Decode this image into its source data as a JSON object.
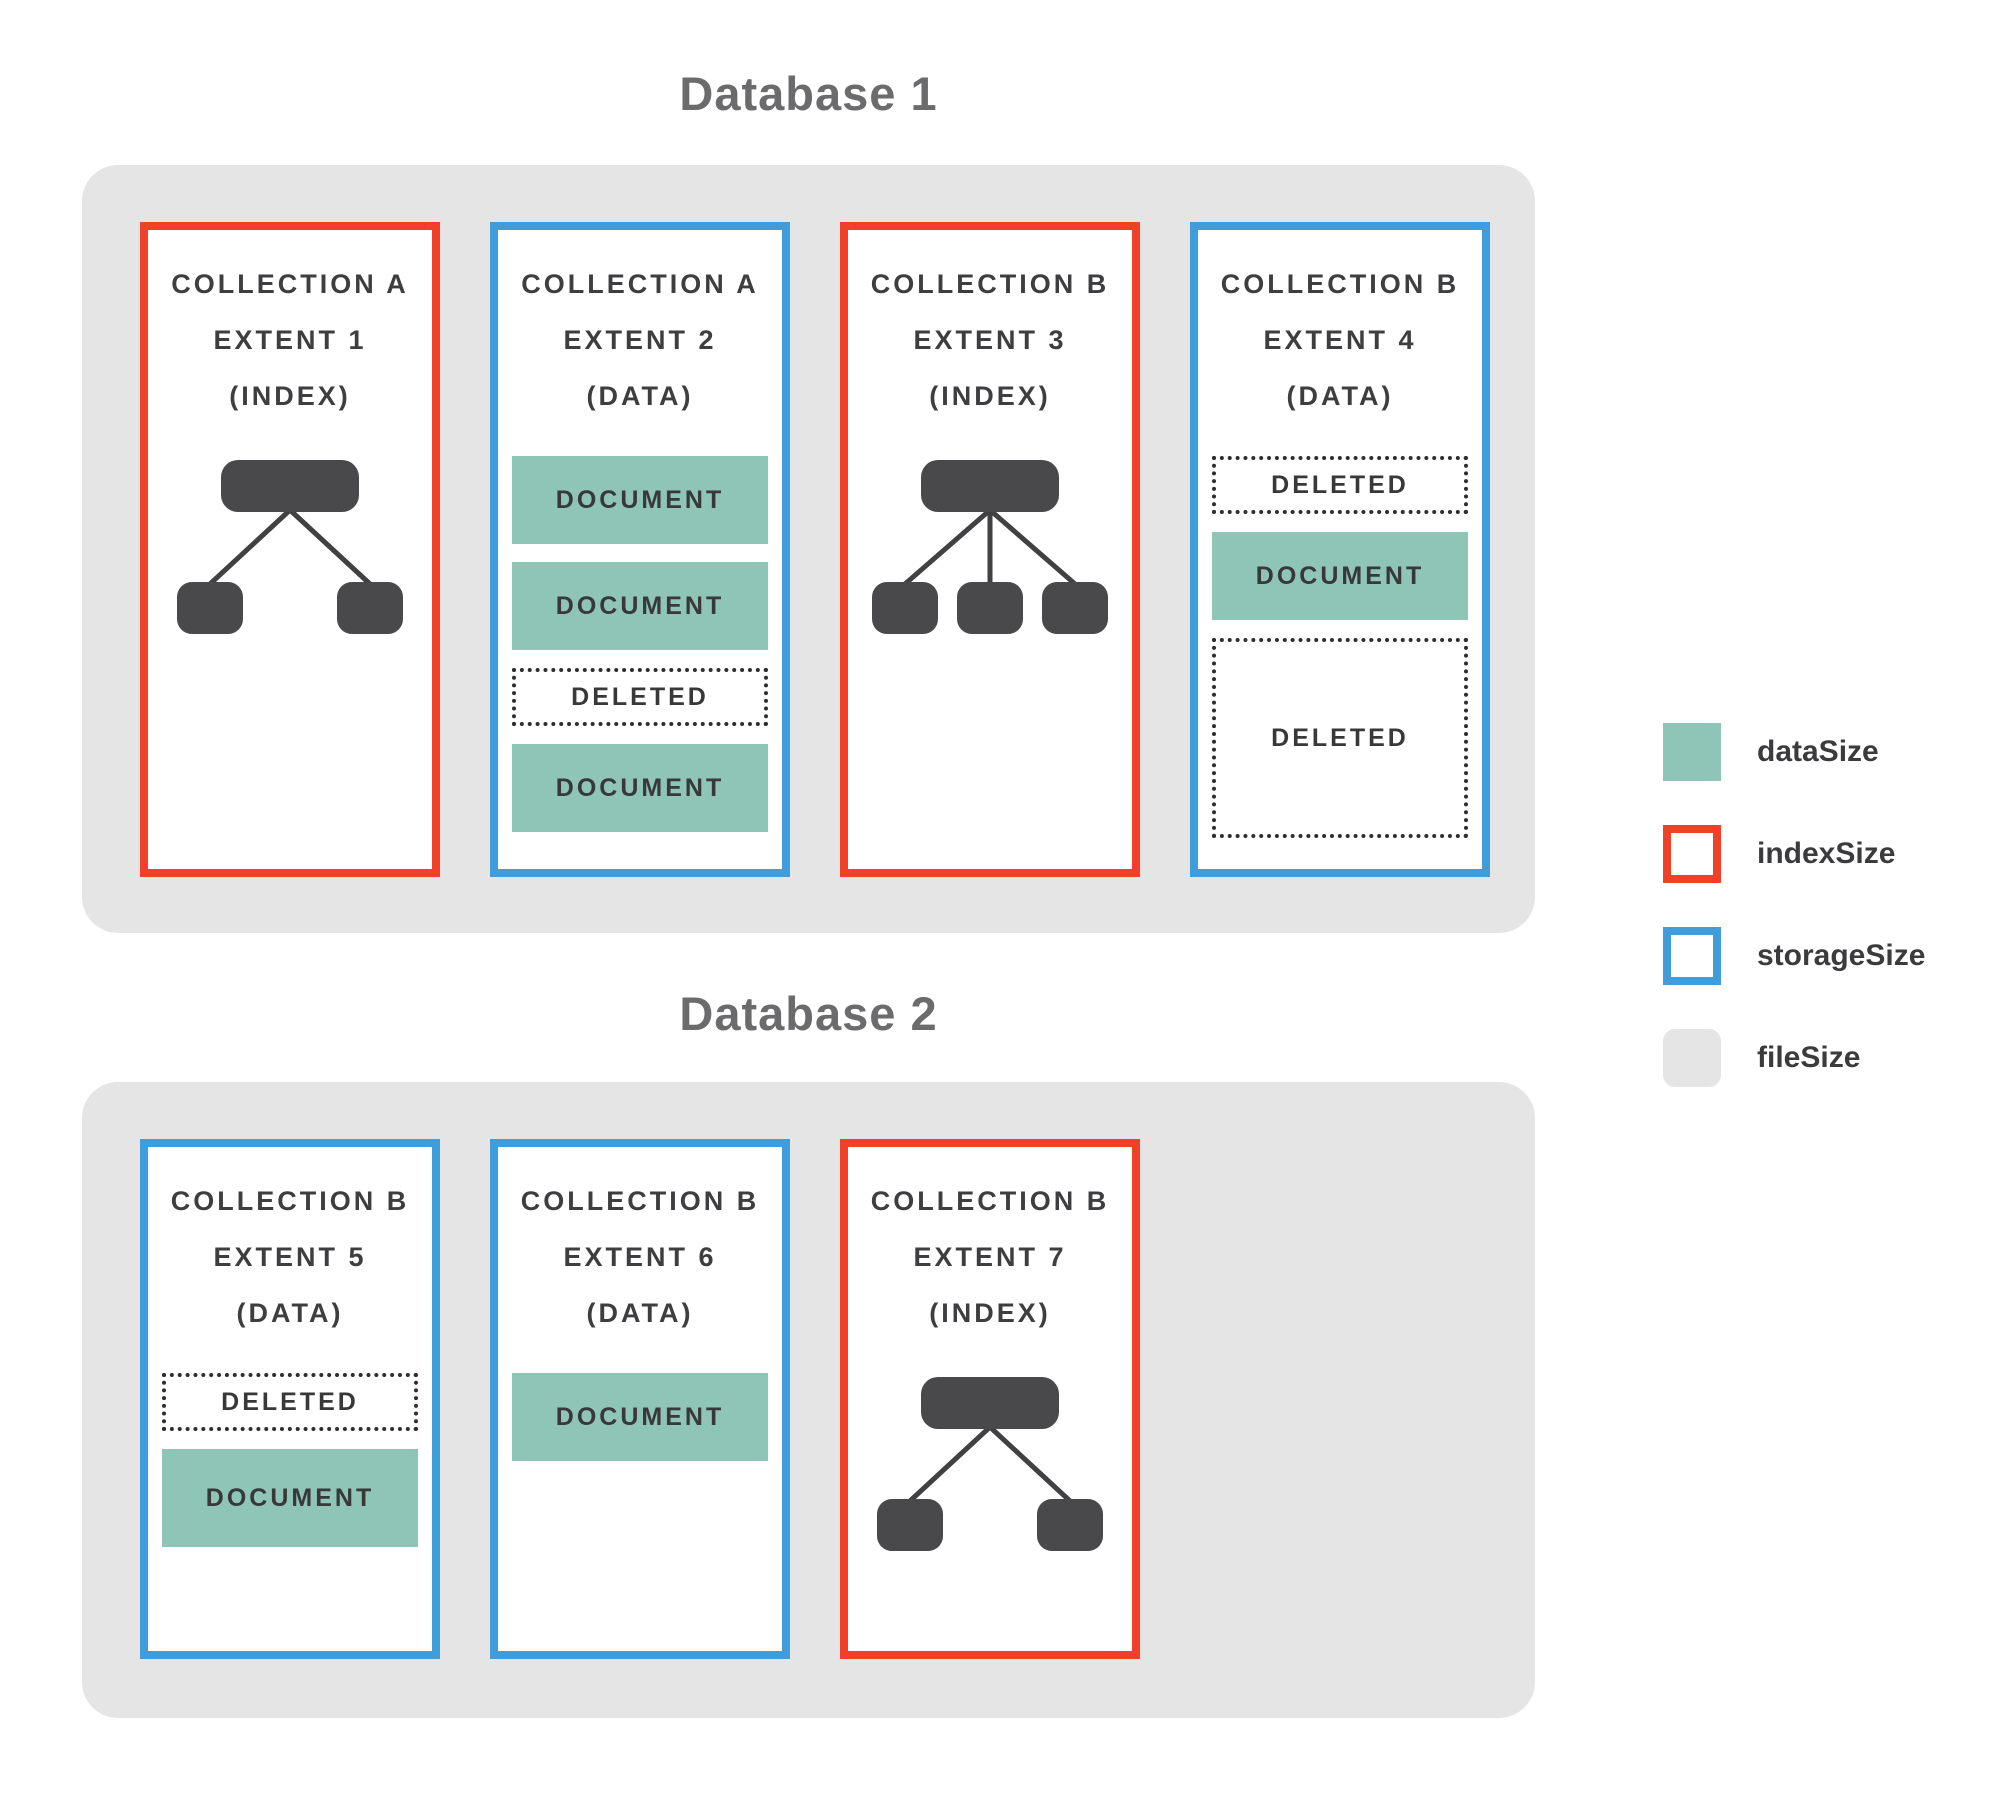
{
  "colors": {
    "data_green": "#8ec5b6",
    "index_red": "#f04028",
    "storage_blue": "#3f9ddc",
    "file_gray": "#e5e5e6",
    "node_dark": "#49494b",
    "title_gray": "#6b6b6d",
    "text_dark": "#3e3e40"
  },
  "databases": [
    {
      "title": "Database 1",
      "extents": [
        {
          "lines": [
            "COLLECTION A",
            "EXTENT 1",
            "(INDEX)"
          ],
          "type": "index",
          "tree_children": 2
        },
        {
          "lines": [
            "COLLECTION A",
            "EXTENT 2",
            "(DATA)"
          ],
          "type": "data",
          "blocks": [
            {
              "kind": "document",
              "label": "DOCUMENT"
            },
            {
              "kind": "document",
              "label": "DOCUMENT"
            },
            {
              "kind": "deleted",
              "label": "DELETED"
            },
            {
              "kind": "document",
              "label": "DOCUMENT"
            }
          ]
        },
        {
          "lines": [
            "COLLECTION B",
            "EXTENT 3",
            "(INDEX)"
          ],
          "type": "index",
          "tree_children": 3
        },
        {
          "lines": [
            "COLLECTION B",
            "EXTENT 4",
            "(DATA)"
          ],
          "type": "data",
          "blocks": [
            {
              "kind": "deleted",
              "label": "DELETED"
            },
            {
              "kind": "document",
              "label": "DOCUMENT"
            },
            {
              "kind": "deleted",
              "label": "DELETED"
            }
          ]
        }
      ]
    },
    {
      "title": "Database 2",
      "extents": [
        {
          "lines": [
            "COLLECTION B",
            "EXTENT 5",
            "(DATA)"
          ],
          "type": "data",
          "blocks": [
            {
              "kind": "deleted",
              "label": "DELETED"
            },
            {
              "kind": "document",
              "label": "DOCUMENT"
            }
          ]
        },
        {
          "lines": [
            "COLLECTION B",
            "EXTENT 6",
            "(DATA)"
          ],
          "type": "data",
          "blocks": [
            {
              "kind": "document",
              "label": "DOCUMENT"
            }
          ]
        },
        {
          "lines": [
            "COLLECTION B",
            "EXTENT 7",
            "(INDEX)"
          ],
          "type": "index",
          "tree_children": 2
        }
      ]
    }
  ],
  "legend": {
    "items": [
      {
        "label": "dataSize"
      },
      {
        "label": "indexSize"
      },
      {
        "label": "storageSize"
      },
      {
        "label": "fileSize"
      }
    ]
  }
}
